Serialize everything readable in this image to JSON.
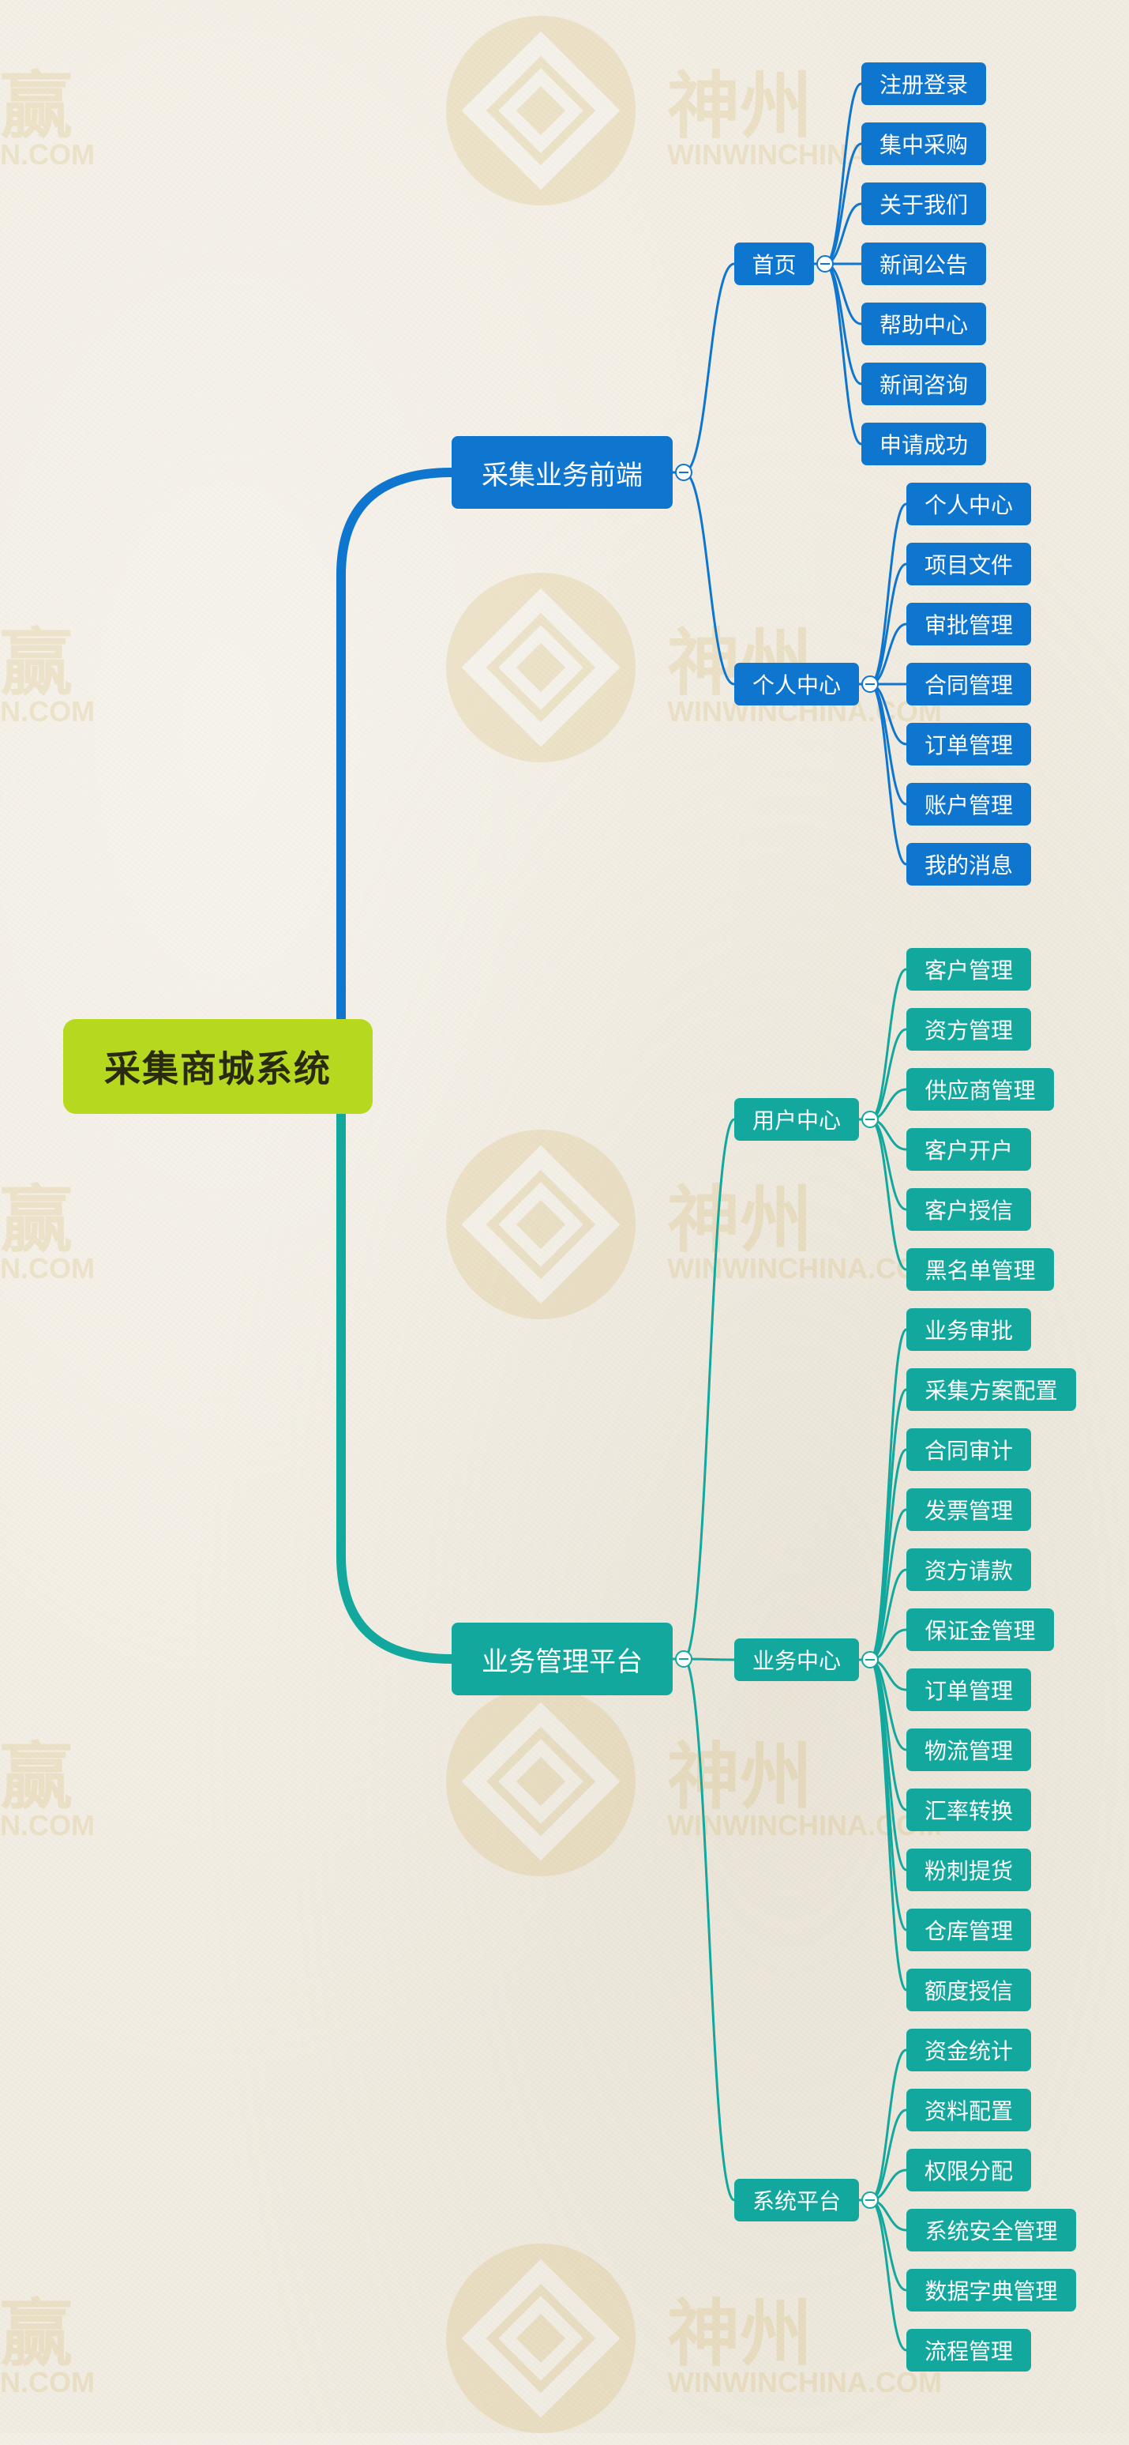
{
  "root": {
    "label": "采集商城系统"
  },
  "colors": {
    "blue": "#0f76cf",
    "teal": "#12a89e",
    "root": "#b6d81f"
  },
  "branches": [
    {
      "label": "采集业务前端",
      "color": "blue",
      "groups": [
        {
          "label": "首页",
          "children": [
            "注册登录",
            "集中采购",
            "关于我们",
            "新闻公告",
            "帮助中心",
            "新闻咨询",
            "申请成功"
          ]
        },
        {
          "label": "个人中心",
          "children": [
            "个人中心",
            "项目文件",
            "审批管理",
            "合同管理",
            "订单管理",
            "账户管理",
            "我的消息"
          ]
        }
      ]
    },
    {
      "label": "业务管理平台",
      "color": "teal",
      "groups": [
        {
          "label": "用户中心",
          "children": [
            "客户管理",
            "资方管理",
            "供应商管理",
            "客户开户",
            "客户授信",
            "黑名单管理"
          ]
        },
        {
          "label": "业务中心",
          "children": [
            "业务审批",
            "采集方案配置",
            "合同审计",
            "发票管理",
            "资方请款",
            "保证金管理",
            "订单管理",
            "物流管理",
            "汇率转换",
            "粉刺提货",
            "仓库管理",
            "额度授信"
          ]
        },
        {
          "label": "系统平台",
          "children": [
            "资金统计",
            "资料配置",
            "权限分配",
            "系统安全管理",
            "数据字典管理",
            "流程管理"
          ]
        }
      ]
    }
  ],
  "watermark": {
    "brand": "神州",
    "brand_en": "WINWINCHINA.COM",
    "left_brand": "赢",
    "left_en": "N.COM"
  }
}
